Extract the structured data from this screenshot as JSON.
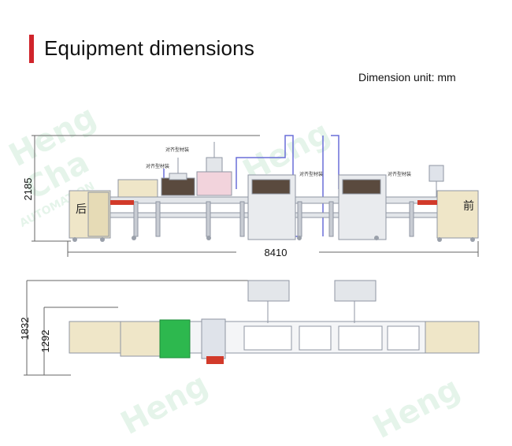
{
  "title": "Equipment dimensions",
  "unit_label": "Dimension unit: mm",
  "dimensions": {
    "front_height": "2185",
    "front_length": "8410",
    "top_width": "1832",
    "top_inner": "1292"
  },
  "machine_labels": {
    "rear": "后",
    "front": "前",
    "callout": "对齐型材装"
  },
  "watermark": {
    "brand": "Heng",
    "brand2": "Cha",
    "sub": "AUTOMATION"
  },
  "colors": {
    "accent": "#d0242b",
    "frame": "#8f96a3",
    "beige": "#efe6c8",
    "green": "#2db84e",
    "red": "#d23a2a",
    "blue": "#6a6fd8",
    "dark": "#5a4a3e"
  }
}
